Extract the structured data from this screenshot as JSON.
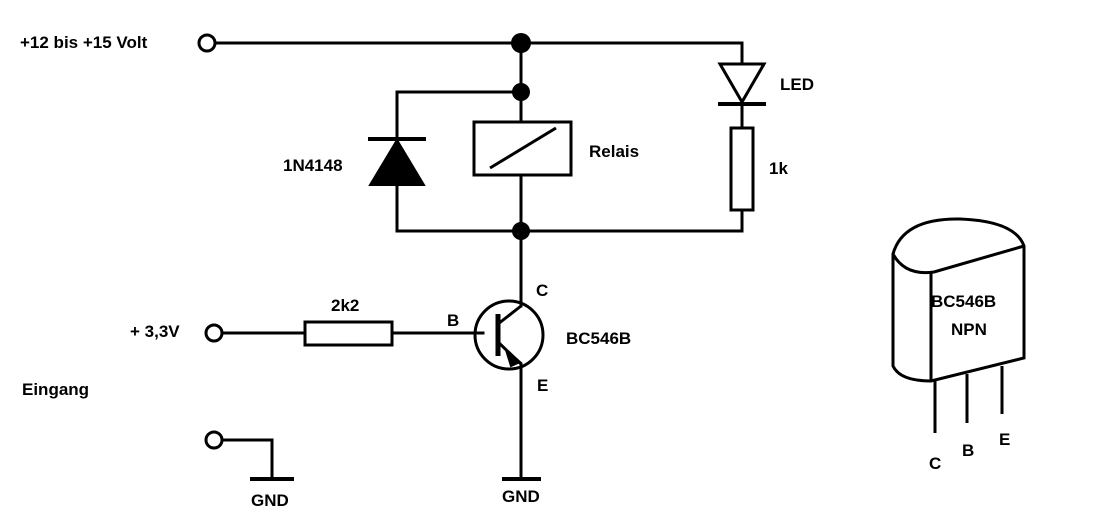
{
  "labels": {
    "supply": "+12 bis +15 Volt",
    "input_voltage": "+ 3,3V",
    "input": "Eingang",
    "gnd_input": "GND",
    "gnd_emitter": "GND",
    "diode": "1N4148",
    "relay": "Relais",
    "led": "LED",
    "led_resistor": "1k",
    "base_resistor": "2k2",
    "transistor": "BC546B",
    "collector": "C",
    "base": "B",
    "emitter": "E"
  },
  "package": {
    "type": "BC546B",
    "polarity": "NPN",
    "pin_c": "C",
    "pin_b": "B",
    "pin_e": "E"
  },
  "colors": {
    "stroke": "#000000",
    "background": "#ffffff"
  }
}
